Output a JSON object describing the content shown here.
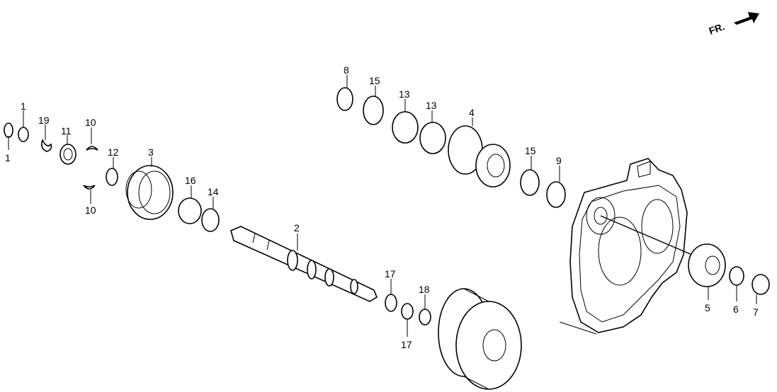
{
  "direction_label": "FR.",
  "callouts": [
    "1",
    "1",
    "19",
    "11",
    "10",
    "10",
    "12",
    "3",
    "16",
    "14",
    "2",
    "8",
    "15",
    "13",
    "13",
    "4",
    "15",
    "9",
    "17",
    "17",
    "18",
    "5",
    "6",
    "7"
  ]
}
